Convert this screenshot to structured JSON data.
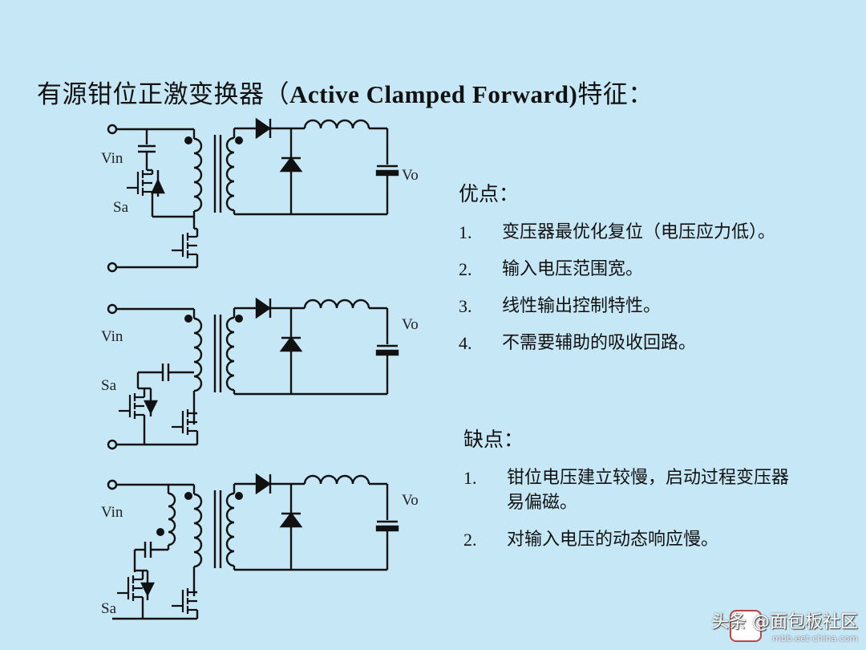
{
  "title": {
    "prefix": "有源钳位正激变换器（",
    "latin": "Active Clamped Forward)",
    "suffix": "特征："
  },
  "circuits": [
    {
      "vin": "Vin",
      "sa": "Sa",
      "vo": "Vo"
    },
    {
      "vin": "Vin",
      "sa": "Sa",
      "vo": "Vo"
    },
    {
      "vin": "Vin",
      "sa": "Sa",
      "vo": "Vo"
    }
  ],
  "advantages": {
    "heading": "优点：",
    "items": [
      {
        "num": "1.",
        "text": "变压器最优化复位（电压应力低）。"
      },
      {
        "num": "2.",
        "text": "输入电压范围宽。"
      },
      {
        "num": "3.",
        "text": "线性输出控制特性。"
      },
      {
        "num": "4.",
        "text": "不需要辅助的吸收回路。"
      }
    ]
  },
  "disadvantages": {
    "heading": "缺点：",
    "items": [
      {
        "num": "1.",
        "text": "钳位电压建立较慢，启动过程变压器易偏磁。"
      },
      {
        "num": "2.",
        "text": "对输入电压的动态响应慢。"
      }
    ]
  },
  "watermark": {
    "main": "头条 @面包板社区",
    "sub": "mbb.eet-china.com"
  }
}
